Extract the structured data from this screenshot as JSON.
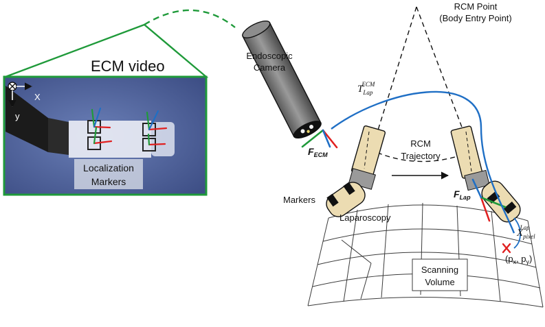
{
  "ecm_video": {
    "title": "ECM video",
    "axis_x": "X",
    "axis_y": "y",
    "markers_label_line1": "Localization",
    "markers_label_line2": "Markers"
  },
  "camera": {
    "label_line1": "Endoscopic",
    "label_line2": "Camera",
    "frame_main": "F",
    "frame_sub": "ECM"
  },
  "rcm": {
    "point_line1": "RCM Point",
    "point_line2": "(Body Entry Point)",
    "trajectory_line1": "RCM",
    "trajectory_line2": "Trajectory"
  },
  "transform": {
    "main": "T",
    "sub": "Lap",
    "sup": "ECM"
  },
  "laparoscope": {
    "frame_main": "F",
    "frame_sub": "Lap",
    "markers_label": "Markers",
    "tool_label": "Laparoscopy"
  },
  "pixel_point": {
    "main": "X",
    "sub": "pixel",
    "sup": "Lap",
    "coord_open": "(p",
    "coord_x_sub": "x",
    "coord_mid": ", p",
    "coord_y_sub": "y",
    "coord_close": ")"
  },
  "volume": {
    "label_line1": "Scanning",
    "label_line2": "Volume"
  },
  "colors": {
    "green_frame": "#1f9a3a",
    "blue_curve": "#1f6fc5",
    "red_cross": "#e02020",
    "tool_fill": "#ecdcb2",
    "camera_body": "#8a8a8a"
  }
}
